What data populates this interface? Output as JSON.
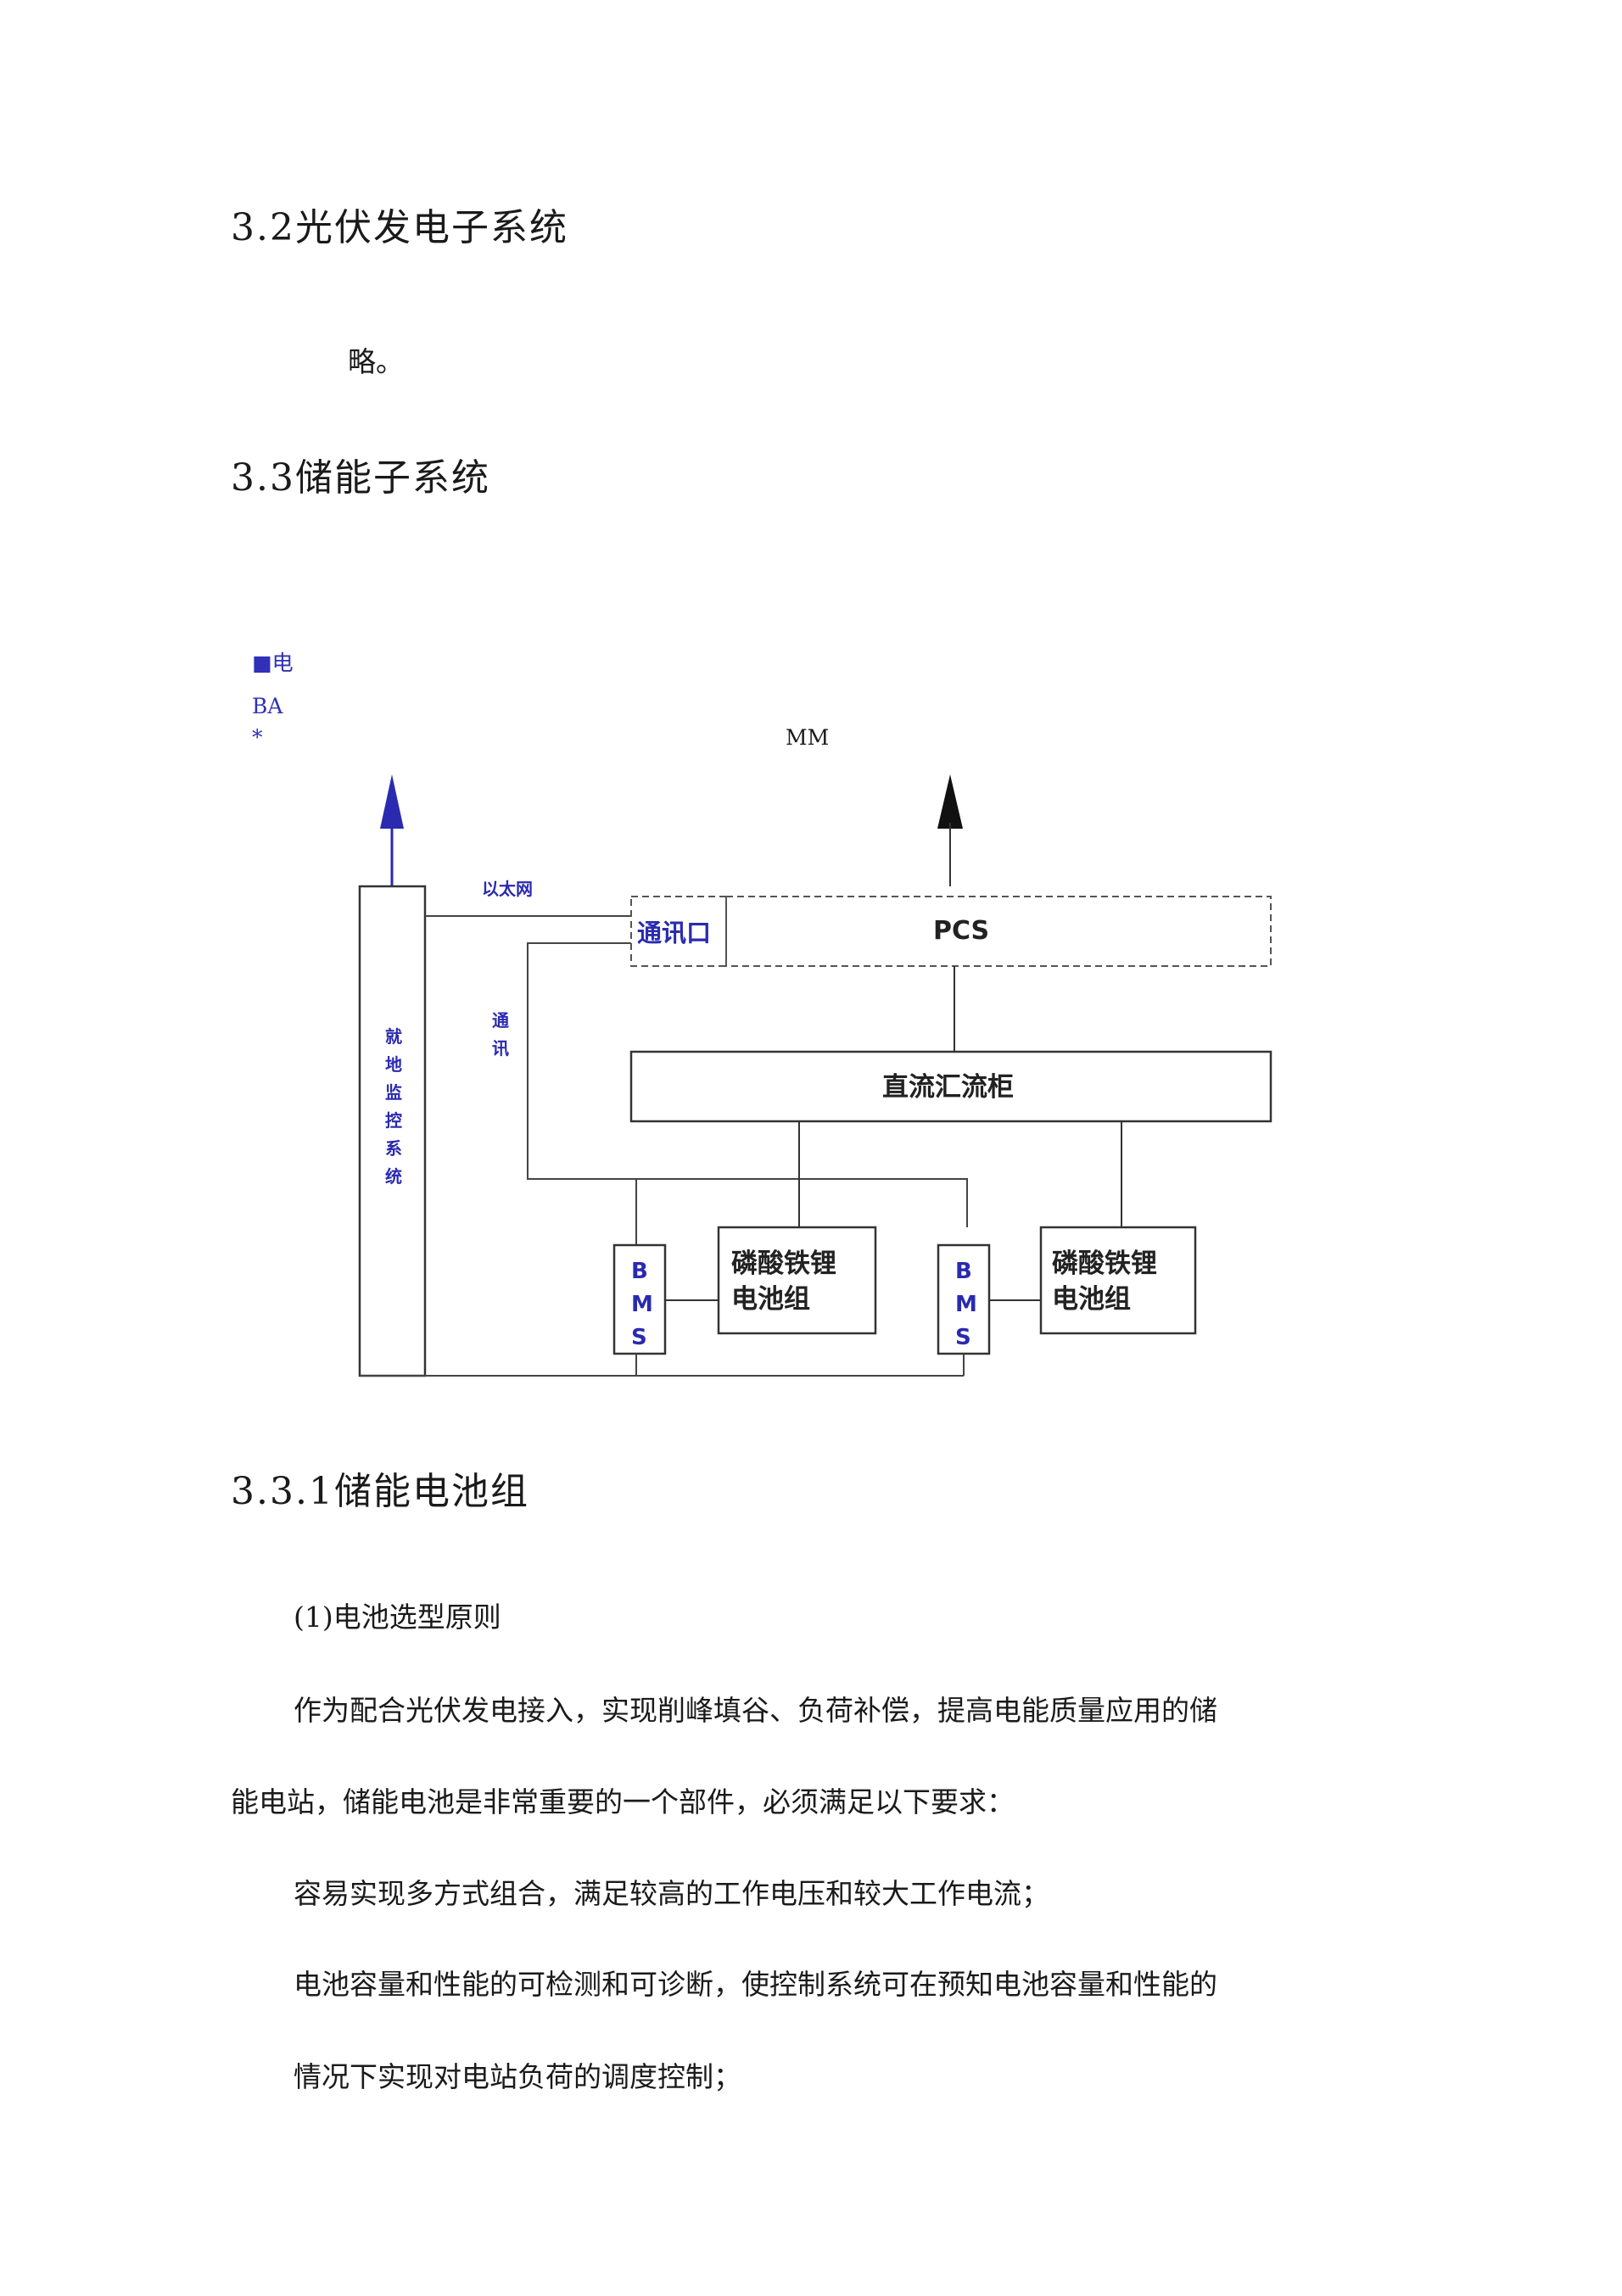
{
  "sections": {
    "s32_title": "3.2光伏发电子系统",
    "s32_body": "略。",
    "s33_title": "3.3储能子系统",
    "s331_title": "3.3.1储能电池组"
  },
  "stray_text": {
    "line1": "■电",
    "line2": "BA",
    "line3": "*",
    "mm": "MM"
  },
  "diagram": {
    "ethernet": "以太网",
    "comm_port": "通讯口",
    "pcs": "PCS",
    "comm_vertical": [
      "通",
      "讯"
    ],
    "local_monitor_vertical": [
      "就",
      "地",
      "监",
      "控",
      "系",
      "统"
    ],
    "dc_cabinet": "直流汇流柜",
    "bms_letters": [
      "B",
      "M",
      "S"
    ],
    "battery_line1": "磷酸铁锂",
    "battery_line2": "电池组",
    "colors": {
      "blue_arrow": "#2a2ab0",
      "black_arrow": "#111111",
      "blue_text": "#2a2ab0"
    }
  },
  "content": {
    "subheading": "(1)电池选型原则",
    "p1_line1": "作为配合光伏发电接入，实现削峰填谷、负荷补偿，提高电能质量应用的储",
    "p1_line2": "能电站，储能电池是非常重要的一个部件，必须满足以下要求：",
    "p2": "容易实现多方式组合，满足较高的工作电压和较大工作电流；",
    "p3_line1": "电池容量和性能的可检测和可诊断，使控制系统可在预知电池容量和性能的",
    "p3_line2": "情况下实现对电站负荷的调度控制；"
  }
}
